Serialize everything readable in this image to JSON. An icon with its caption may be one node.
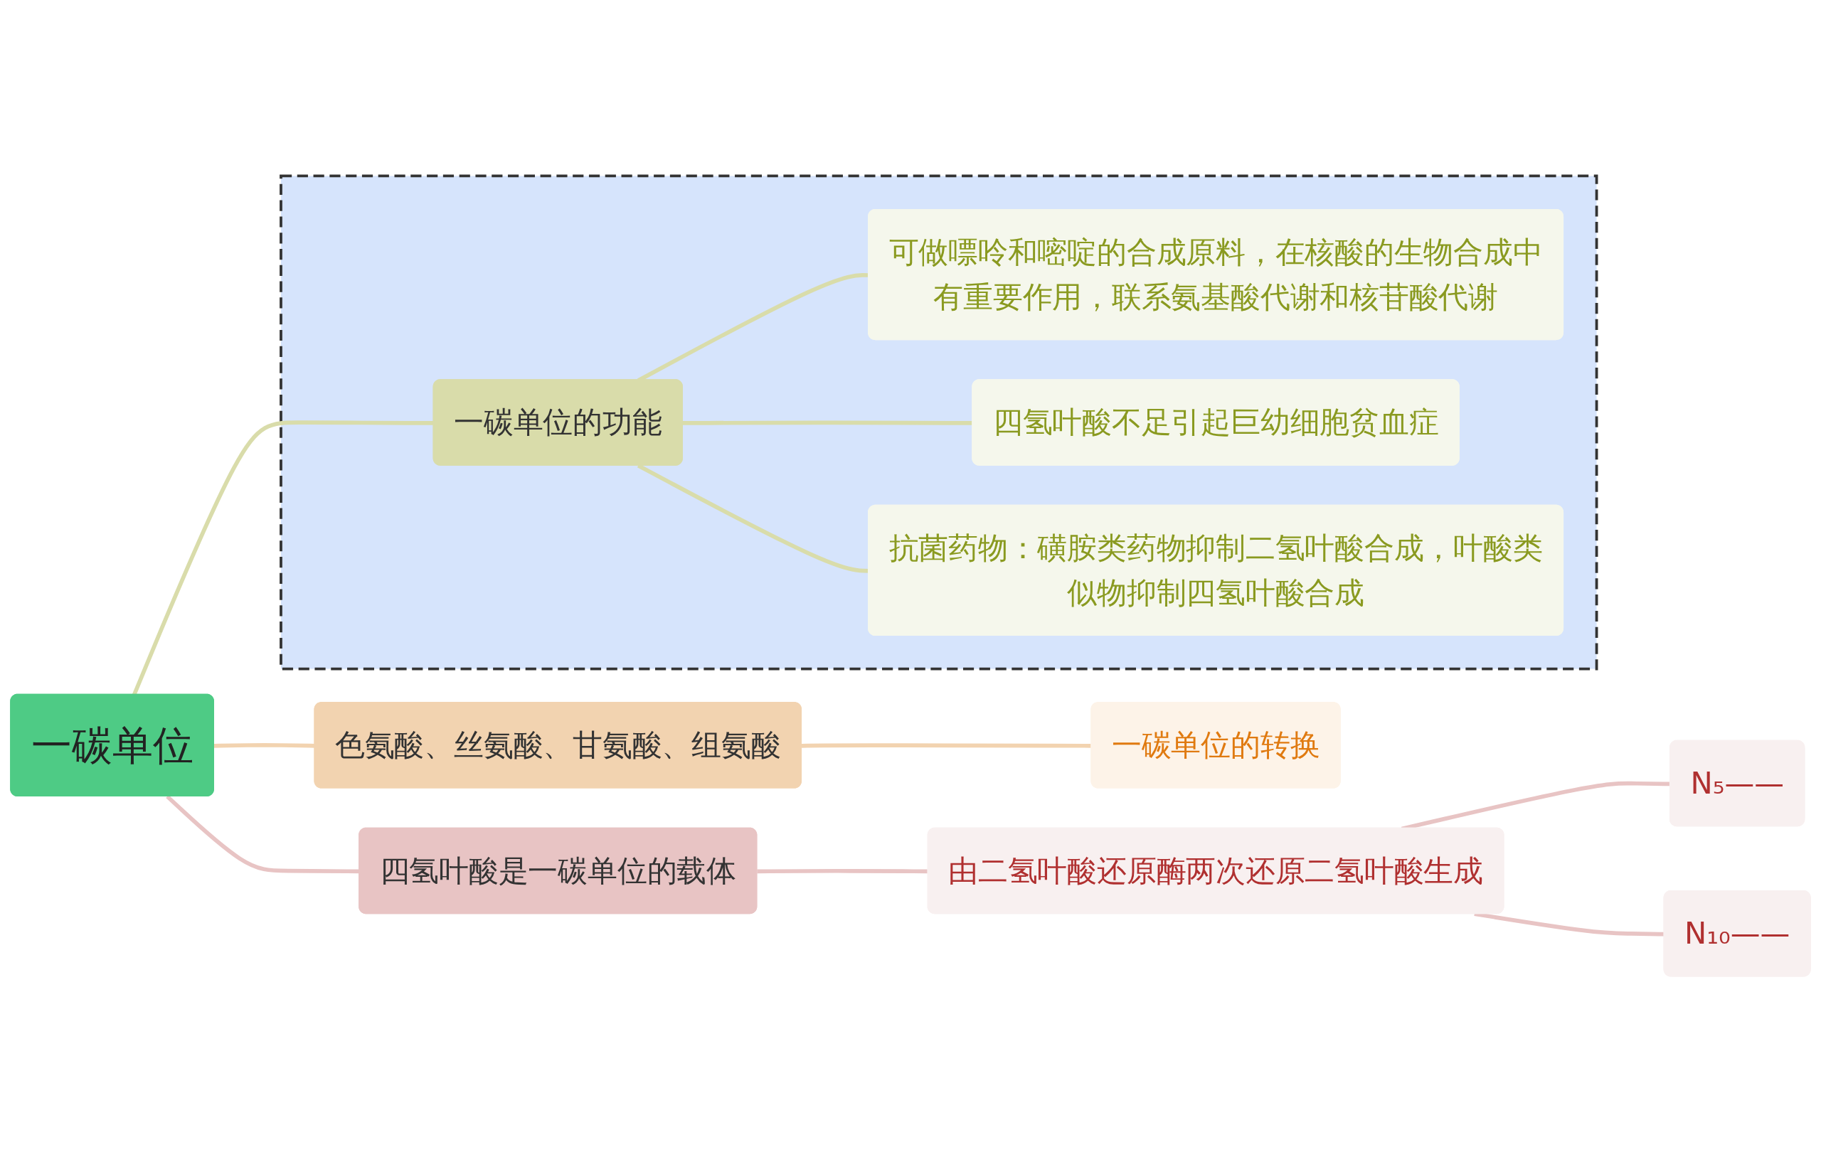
{
  "diagram": {
    "nodes": [
      {
        "text": [
          "一碳单位"
        ]
      },
      {
        "text": [
          "四氢叶酸是一碳单位的载体"
        ]
      },
      {
        "text": [
          "由二氢叶酸还原酶两次还原二氢叶酸生成"
        ]
      },
      {
        "text": [
          "N₅——"
        ]
      },
      {
        "text": [
          "N₁₀——"
        ]
      },
      {
        "text": [
          "色氨酸、丝氨酸、甘氨酸、组氨酸"
        ]
      },
      {
        "text": [
          "一碳单位的转换"
        ]
      },
      {
        "text": [],
        "shape": "box"
      },
      {
        "text": [
          "一碳单位的功能"
        ],
        "in": 7
      },
      {
        "text": [
          "可做嘌呤和嘧啶的合成原料，在核酸的生物合成中有重要作用，联系氨基酸代谢和核苷酸代谢"
        ],
        "in": 7
      },
      {
        "text": [
          "四氢叶酸不足引起巨幼细胞贫血症"
        ],
        "in": 7
      },
      {
        "text": [
          "抗菌药物：磺胺类药物抑制二氢叶酸合成，叶酸类似物抑制四氢叶酸合成"
        ],
        "in": 7
      }
    ],
    "edges": [
      {
        "from": 0,
        "to": 1,
        "arrow": "none",
        "color": "#e8c4c4"
      },
      {
        "from": 1,
        "to": 2,
        "arrow": "none",
        "color": "#e8c4c4"
      },
      {
        "from": 2,
        "to": 3,
        "arrow": "none",
        "color": "#e8c4c4"
      },
      {
        "from": 2,
        "to": 4,
        "arrow": "none",
        "color": "#e8c4c4"
      },
      {
        "from": 0,
        "to": 5,
        "arrow": "none",
        "color": "#f2d3b0"
      },
      {
        "from": 5,
        "to": 6,
        "arrow": "none",
        "color": "#f2d3b0"
      },
      {
        "from": 0,
        "to": 8,
        "arrow": "none",
        "color": "#d9dcaa"
      },
      {
        "from": 8,
        "to": 9,
        "arrow": "none",
        "color": "#d9dcaa"
      },
      {
        "from": 8,
        "to": 10,
        "arrow": "none",
        "color": "#d9dcaa"
      },
      {
        "from": 8,
        "to": 11,
        "arrow": "none",
        "color": "#d9dcaa"
      }
    ]
  }
}
